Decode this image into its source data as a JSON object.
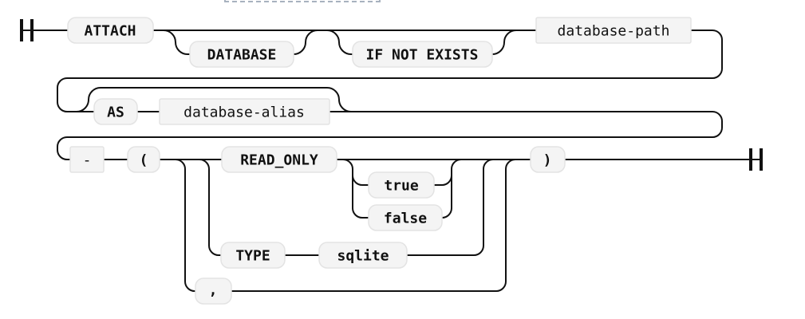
{
  "diagram": {
    "type": "railroad-syntax-diagram",
    "nodes": {
      "attach": {
        "label": "ATTACH",
        "kind": "keyword"
      },
      "database": {
        "label": "DATABASE",
        "kind": "keyword"
      },
      "if_not_exists": {
        "label": "IF NOT EXISTS",
        "kind": "keyword"
      },
      "database_path": {
        "label": "database-path",
        "kind": "nonterminal"
      },
      "as": {
        "label": "AS",
        "kind": "keyword"
      },
      "database_alias": {
        "label": "database-alias",
        "kind": "nonterminal"
      },
      "dash": {
        "label": "-",
        "kind": "nonterminal"
      },
      "open_paren": {
        "label": "(",
        "kind": "keyword"
      },
      "read_only": {
        "label": "READ_ONLY",
        "kind": "keyword"
      },
      "true_option": {
        "label": "true",
        "kind": "keyword"
      },
      "false_option": {
        "label": "false",
        "kind": "keyword"
      },
      "type": {
        "label": "TYPE",
        "kind": "keyword"
      },
      "sqlite": {
        "label": "sqlite",
        "kind": "keyword"
      },
      "comma": {
        "label": ",",
        "kind": "keyword"
      },
      "close_paren": {
        "label": ")",
        "kind": "keyword"
      }
    },
    "colors": {
      "line": "#111111",
      "box_fill": "#f4f4f4",
      "box_border": "#e3e3e3",
      "text": "#111111",
      "dashed": "#a8b2bf",
      "background": "#ffffff"
    }
  }
}
